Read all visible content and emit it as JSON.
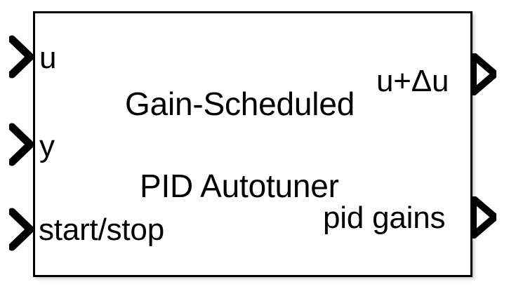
{
  "block": {
    "name_line1": "Gain-Scheduled",
    "name_line2": "PID Autotuner",
    "full_name": "Gain-Scheduled PID Autotuner",
    "border_color": "#000000",
    "fill_color": "#ffffff",
    "text_color": "#000000"
  },
  "inputs": [
    {
      "label": "u",
      "icon": "input-port-chevron-icon"
    },
    {
      "label": "y",
      "icon": "input-port-chevron-icon"
    },
    {
      "label": "start/stop",
      "icon": "input-port-chevron-icon"
    }
  ],
  "outputs": [
    {
      "label": "u+Δu",
      "icon": "output-port-triangle-icon"
    },
    {
      "label": "pid gains",
      "icon": "output-port-triangle-icon"
    }
  ]
}
